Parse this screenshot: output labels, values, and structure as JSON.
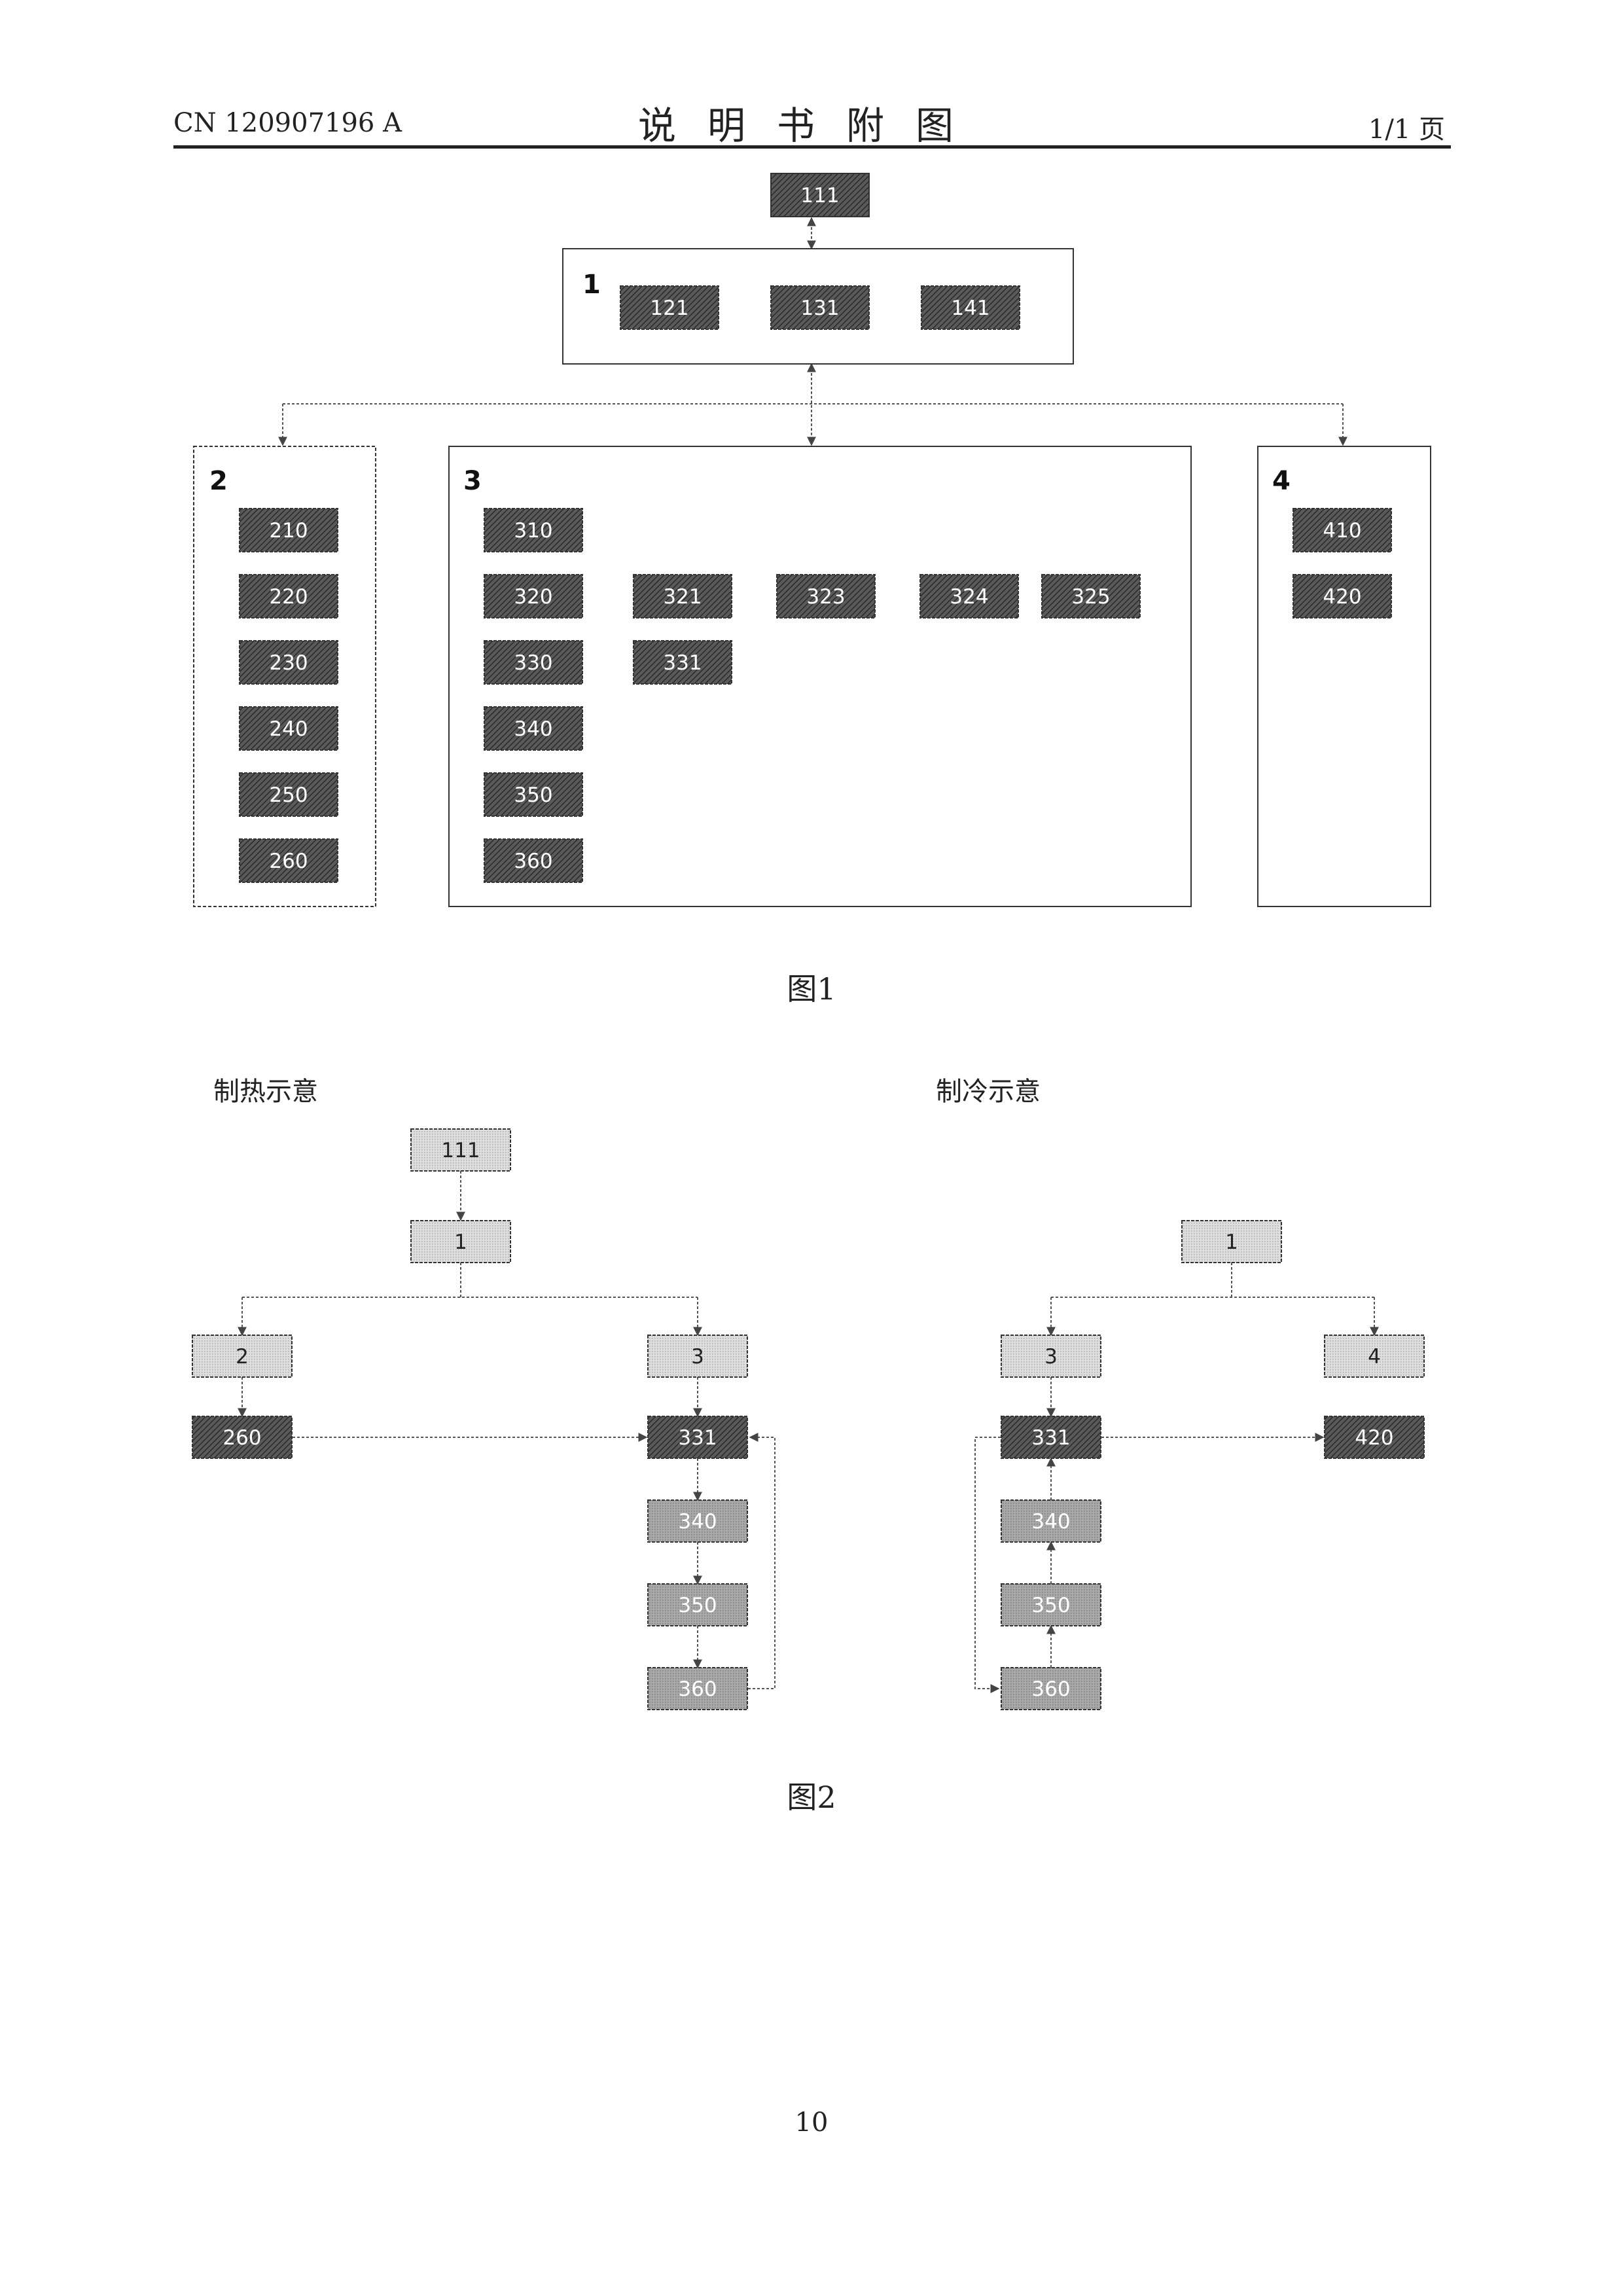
{
  "header": {
    "doc_number": "CN 120907196 A",
    "title": "说明书附图",
    "page_of": "1/1 页"
  },
  "figure1": {
    "caption": "图1",
    "top_node": "111",
    "group1": {
      "label": "1",
      "nodes": [
        "121",
        "131",
        "141"
      ]
    },
    "group2": {
      "label": "2",
      "nodes": [
        "210",
        "220",
        "230",
        "240",
        "250",
        "260"
      ]
    },
    "group3": {
      "label": "3",
      "column": [
        "310",
        "320",
        "330",
        "340",
        "350",
        "360"
      ],
      "row_320": [
        "321",
        "323",
        "324",
        "325"
      ],
      "row_330": [
        "331"
      ]
    },
    "group4": {
      "label": "4",
      "nodes": [
        "410",
        "420"
      ]
    }
  },
  "figure2": {
    "caption": "图2",
    "heating": {
      "title": "制热示意",
      "nodes": {
        "n111": "111",
        "n1": "1",
        "n2": "2",
        "n3": "3",
        "n260": "260",
        "n331": "331",
        "n340": "340",
        "n350": "350",
        "n360": "360"
      }
    },
    "cooling": {
      "title": "制冷示意",
      "nodes": {
        "n1": "1",
        "n3": "3",
        "n4": "4",
        "n331": "331",
        "n420": "420",
        "n340": "340",
        "n350": "350",
        "n360": "360"
      }
    }
  },
  "footer": {
    "page_number": "10"
  },
  "colors": {
    "dark_fill": "#4a4a4a",
    "light_fill": "#d2d2d2",
    "mid_fill": "#a0a0a0",
    "border": "#333333"
  }
}
